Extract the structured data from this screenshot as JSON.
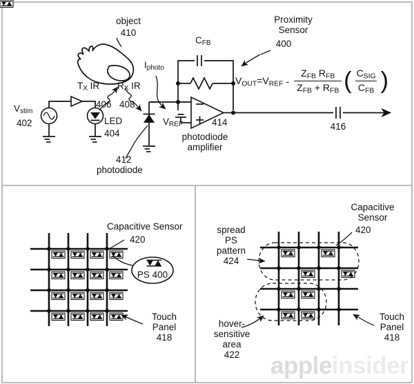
{
  "figure": {
    "title_watermark_1": "apple",
    "title_watermark_2": "insider"
  },
  "top_panel": {
    "name": "proximity-sensor-circuit",
    "labels": {
      "object": "object",
      "object_ref": "410",
      "vstim": "V",
      "vstim_sub": "stim",
      "vstim_ref": "402",
      "led": "LED",
      "led_ref": "404",
      "tx_ir": "T",
      "tx_ir_sub": "X",
      "tx_ir_suffix": " IR",
      "tx_ref": "406",
      "rx_ir": "R",
      "rx_ir_sub": "X",
      "rx_ir_suffix": " IR",
      "rx_ref": "408",
      "photodiode_ref": "412",
      "photodiode": "photodiode",
      "iphoto": "I",
      "iphoto_sub": "photo",
      "cfb": "C",
      "cfb_sub": "FB",
      "vref": "V",
      "vref_sub": "REF",
      "amp_ref": "414",
      "amp_name_1": "photodiode",
      "amp_name_2": "amplifier",
      "prox_1": "Proximity",
      "prox_2": "Sensor",
      "prox_ref": "400",
      "cap_out_ref": "416"
    },
    "formula": {
      "lhs": "V",
      "lhs_sub": "OUT",
      "eq": "=V",
      "eq_sub": "REF",
      "minus": "-",
      "num_a": "Z",
      "num_a_sub": "FB",
      "num_b": "R",
      "num_b_sub": "FB",
      "den_a": "Z",
      "den_a_sub": "FB",
      "den_plus": "+",
      "den_b": "R",
      "den_b_sub": "FB",
      "ratio_num": "C",
      "ratio_num_sub": "SIG",
      "ratio_den": "C",
      "ratio_den_sub": "FB"
    }
  },
  "bottom_left_panel": {
    "name": "uniform-ps-touch-panel",
    "labels": {
      "capacitive_sensor": "Capacitive Sensor",
      "capacitive_sensor_ref": "420",
      "ps_badge": "PS 400",
      "touch_panel_1": "Touch",
      "touch_panel_2": "Panel",
      "touch_panel_ref": "418"
    },
    "grid": {
      "rows": 4,
      "cols": 4,
      "sensor_positions": [
        [
          1,
          1
        ],
        [
          1,
          2
        ],
        [
          1,
          3
        ],
        [
          1,
          4
        ],
        [
          2,
          1
        ],
        [
          2,
          2
        ],
        [
          2,
          3
        ],
        [
          2,
          4
        ],
        [
          3,
          1
        ],
        [
          3,
          2
        ],
        [
          3,
          3
        ],
        [
          3,
          4
        ],
        [
          4,
          1
        ],
        [
          4,
          2
        ],
        [
          4,
          3
        ],
        [
          4,
          4
        ]
      ]
    }
  },
  "bottom_right_panel": {
    "name": "spread-ps-touch-panel",
    "labels": {
      "capacitive_sensor_1": "Capacitive",
      "capacitive_sensor_2": "Sensor",
      "capacitive_sensor_ref": "420",
      "spread_1": "spread",
      "spread_2": "PS",
      "spread_3": "pattern",
      "spread_ref": "424",
      "hover_1": "hover-",
      "hover_2": "sensitive",
      "hover_3": "area",
      "hover_ref": "422",
      "touch_panel_1": "Touch",
      "touch_panel_2": "Panel",
      "touch_panel_ref": "418"
    },
    "grid": {
      "rows": 4,
      "cols": 4,
      "sensor_positions": [
        [
          1,
          1
        ],
        [
          1,
          3
        ],
        [
          2,
          2
        ],
        [
          2,
          4
        ],
        [
          3,
          1
        ],
        [
          3,
          2
        ],
        [
          4,
          1
        ],
        [
          4,
          2
        ]
      ]
    }
  }
}
